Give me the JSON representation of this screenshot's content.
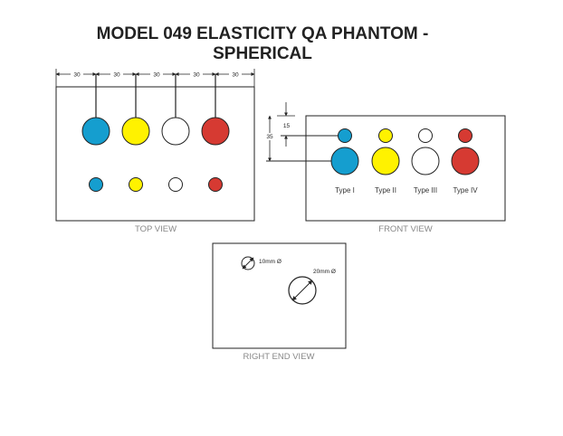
{
  "title_line1": "MODEL 049 ELASTICITY QA PHANTOM -",
  "title_line2": "SPHERICAL",
  "colors": {
    "type_1": "#159ecf",
    "type_2": "#fff200",
    "type_3": "#ffffff",
    "type_4": "#d63a32",
    "outline": "#222222",
    "caption": "#888888"
  },
  "top_view": {
    "caption": "TOP VIEW",
    "spacing_labels": [
      "30",
      "30",
      "30",
      "30",
      "30"
    ]
  },
  "front_view": {
    "caption": "FRONT VIEW",
    "dimension_small": "15",
    "dimension_large": "35",
    "type_labels": [
      "Type I",
      "Type II",
      "Type III",
      "Type IV"
    ]
  },
  "right_end_view": {
    "caption": "RIGHT END VIEW",
    "small_diameter_label": "10mm Ø",
    "large_diameter_label": "20mm Ø"
  }
}
